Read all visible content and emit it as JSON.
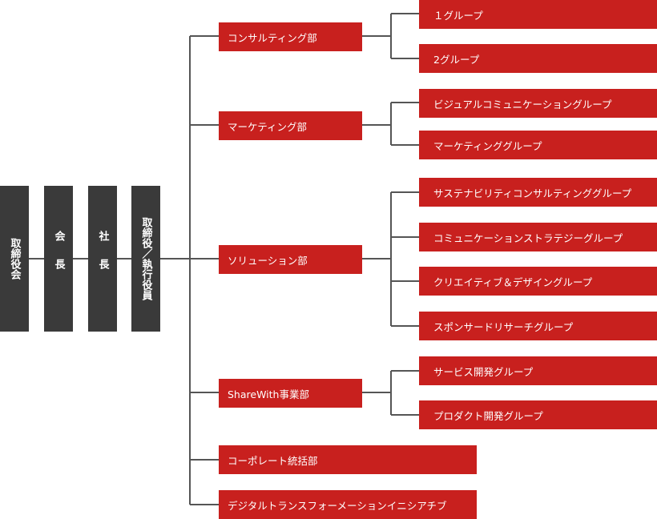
{
  "executives": [
    "取締役会",
    "会長",
    "社長",
    "取締役／執行役員"
  ],
  "departments": [
    {
      "name": "コンサルティング部",
      "groups": [
        "１グループ",
        "2グループ"
      ]
    },
    {
      "name": "マーケティング部",
      "groups": [
        "ビジュアルコミュニケーショングループ",
        "マーケティンググループ"
      ]
    },
    {
      "name": "ソリューション部",
      "groups": [
        "サステナビリティコンサルティンググループ",
        "コミュニケーションストラテジーグループ",
        "クリエイティブ＆デザイングループ",
        "スポンサードリサーチグループ"
      ]
    },
    {
      "name": "ShareWith事業部",
      "groups": [
        "サービス開発グループ",
        "プロダクト開発グループ"
      ]
    },
    {
      "name": "コーポレート統括部",
      "groups": []
    },
    {
      "name": "デジタルトランスフォーメーションイニシアチブ",
      "groups": []
    }
  ],
  "colors": {
    "executive": "#3a3a3a",
    "unit": "#c8201e",
    "connector": "#555555"
  }
}
